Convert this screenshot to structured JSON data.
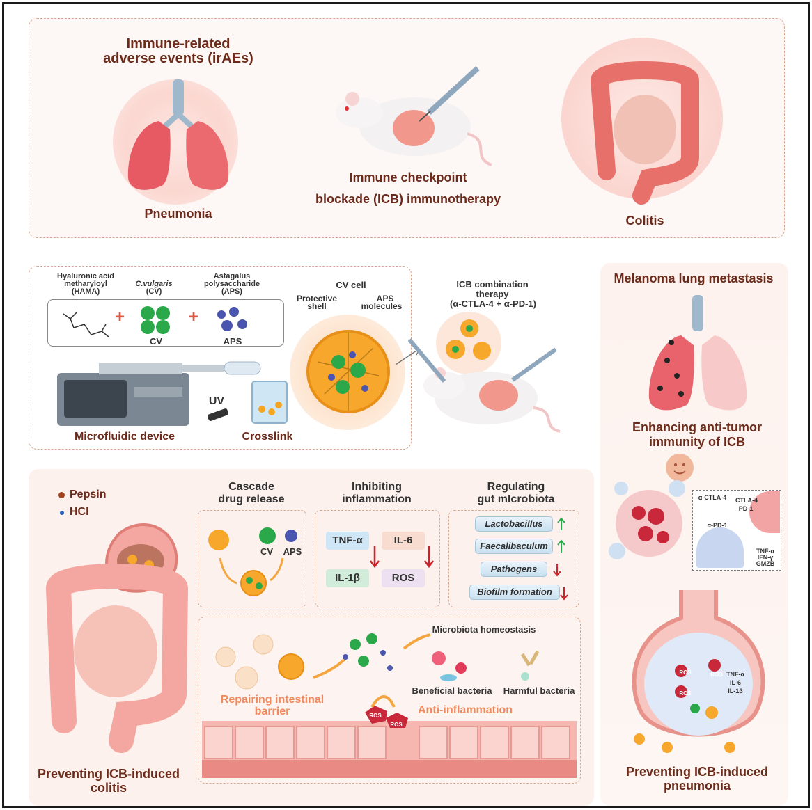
{
  "top_panel": {
    "title_line1": "Immune-related",
    "title_line2": "adverse events (irAEs)",
    "left_label": "Pneumonia",
    "center_line1": "Immune checkpoint",
    "center_line2": "blockade (ICB) immunotherapy",
    "right_label": "Colitis"
  },
  "middle_panel": {
    "hama_line1": "Hyaluronic acid",
    "hama_line2": "metharyloyl",
    "hama_line3": "(HAMA)",
    "cv_line1": "C.vulgaris",
    "cv_line2": "(CV)",
    "aps_line1": "Astagalus",
    "aps_line2": "polysaccharide",
    "aps_line3": "(APS)",
    "plus": "+",
    "cv_short": "CV",
    "aps_short": "APS",
    "uv": "UV",
    "device_label": "Microfluidic device",
    "crosslink_label": "Crosslink",
    "cv_cell": "CV cell",
    "protective_line1": "Protective",
    "protective_line2": "shell",
    "aps_mol_line1": "APS",
    "aps_mol_line2": "molecules",
    "icb_line1": "ICB combination",
    "icb_line2": "therapy",
    "icb_line3": "(α-CTLA-4 + α-PD-1)"
  },
  "right_panel": {
    "title": "Melanoma lung metastasis",
    "enh_line1": "Enhancing anti-tumor",
    "enh_line2": "immunity of ICB",
    "ctla4_ab": "α-CTLA-4",
    "ctla4": "CTLA-4",
    "pd1": "PD-1",
    "pd1_ab": "α-PD-1",
    "tnf": "TNF-α",
    "ifn": "IFN-γ",
    "gmzb": "GMZB",
    "pneu_line1": "Preventing ICB-induced",
    "pneu_line2": "pneumonia",
    "ros": "ROS",
    "tnf2": "TNF-α",
    "il6": "IL-6",
    "il1b": "IL-1β"
  },
  "bottom_panel": {
    "pepsin": "Pepsin",
    "hcl": "HCl",
    "colitis_line1": "Preventing ICB-induced",
    "colitis_line2": "colitis",
    "cascade_line1": "Cascade",
    "cascade_line2": "drug release",
    "cv": "CV",
    "aps": "APS",
    "inhib_line1": "Inhibiting",
    "inhib_line2": "inflammation",
    "tnf": "TNF-α",
    "il6": "IL-6",
    "il1b": "IL-1β",
    "ros": "ROS",
    "reg_line1": "Regulating",
    "reg_line2": "gut mIcrobiota",
    "bact1": "Lactobacillus",
    "bact2": "Faecalibaculum",
    "bact3": "Pathogens",
    "bact4": "Biofilm formation",
    "homeostasis": "Microbiota homeostasis",
    "beneficial": "Beneficial bacteria",
    "harmful": "Harmful bacteria",
    "repair_line1": "Repairing intestinal",
    "repair_line2": "barrier",
    "anti_inflam": "Anti-inflammation"
  },
  "colors": {
    "title": "#6b2a1a",
    "dash": "#d9a88f",
    "lung_red": "#e5555f",
    "colon_pink": "#f3a7a0",
    "bead_orange": "#f4a623",
    "cv_green": "#2aa84a",
    "aps_blue": "#4a55b0",
    "arrow_orange": "#f5a53e"
  }
}
